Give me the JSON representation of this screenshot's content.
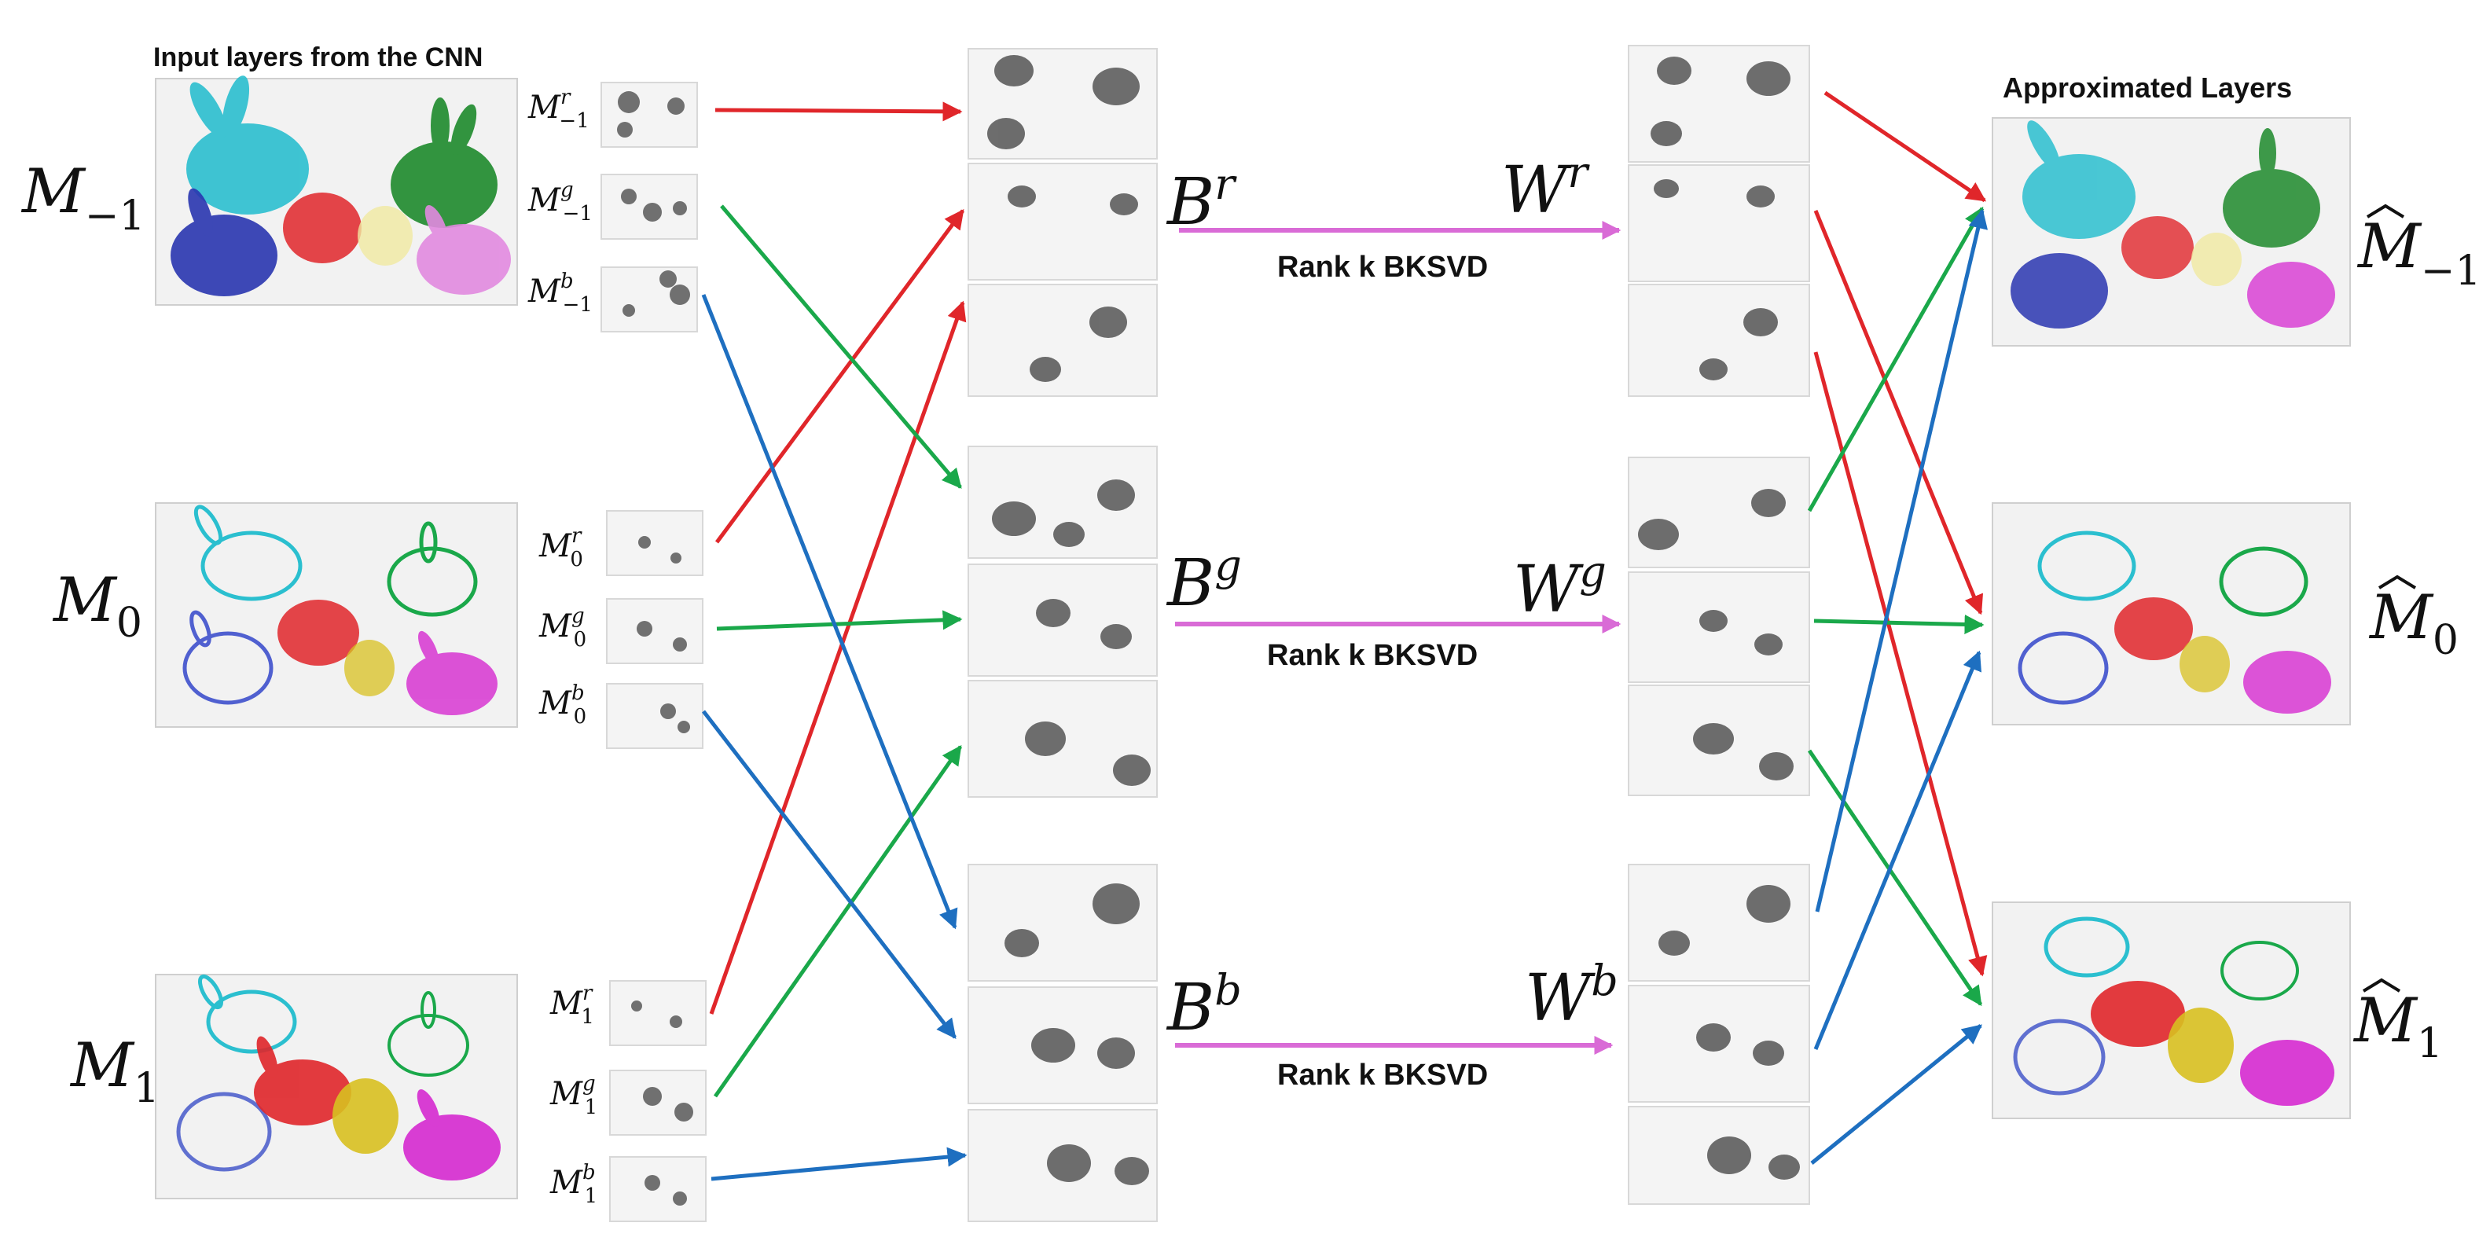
{
  "headings": {
    "input": "Input layers from the CNN",
    "output": "Approximated Layers"
  },
  "input_layers": [
    {
      "base": "M",
      "sub": "−1",
      "hat": false
    },
    {
      "base": "M",
      "sub": "0",
      "hat": false
    },
    {
      "base": "M",
      "sub": "1",
      "hat": false
    }
  ],
  "channel_labels": [
    [
      {
        "base": "M",
        "sup": "r",
        "sub": "−1"
      },
      {
        "base": "M",
        "sup": "g",
        "sub": "−1"
      },
      {
        "base": "M",
        "sup": "b",
        "sub": "−1"
      }
    ],
    [
      {
        "base": "M",
        "sup": "r",
        "sub": "0"
      },
      {
        "base": "M",
        "sup": "g",
        "sub": "0"
      },
      {
        "base": "M",
        "sup": "b",
        "sub": "0"
      }
    ],
    [
      {
        "base": "M",
        "sup": "r",
        "sub": "1"
      },
      {
        "base": "M",
        "sup": "g",
        "sub": "1"
      },
      {
        "base": "M",
        "sup": "b",
        "sub": "1"
      }
    ]
  ],
  "bases": [
    {
      "B": {
        "base": "B",
        "sup": "r"
      },
      "W": {
        "base": "W",
        "sup": "r"
      },
      "op": "Rank  k  BKSVD"
    },
    {
      "B": {
        "base": "B",
        "sup": "g"
      },
      "W": {
        "base": "W",
        "sup": "g"
      },
      "op": "Rank  k  BKSVD"
    },
    {
      "B": {
        "base": "B",
        "sup": "b"
      },
      "W": {
        "base": "W",
        "sup": "b"
      },
      "op": "Rank  k  BKSVD"
    }
  ],
  "output_layers": [
    {
      "base": "M",
      "sub": "−1",
      "hat": true
    },
    {
      "base": "M",
      "sub": "0",
      "hat": true
    },
    {
      "base": "M",
      "sub": "1",
      "hat": true
    }
  ],
  "colors": {
    "red": "#e0262a",
    "green": "#1aa84a",
    "blue": "#1e6fc0",
    "bksvd": "#d96bd6",
    "cyan": "#2bbfcf",
    "darkgreen": "#1e8a2c",
    "navy": "#2a36b0",
    "yellow": "#d8c020",
    "magenta": "#d62ad0"
  },
  "icons": {
    "bunny": "bunny-icon"
  }
}
